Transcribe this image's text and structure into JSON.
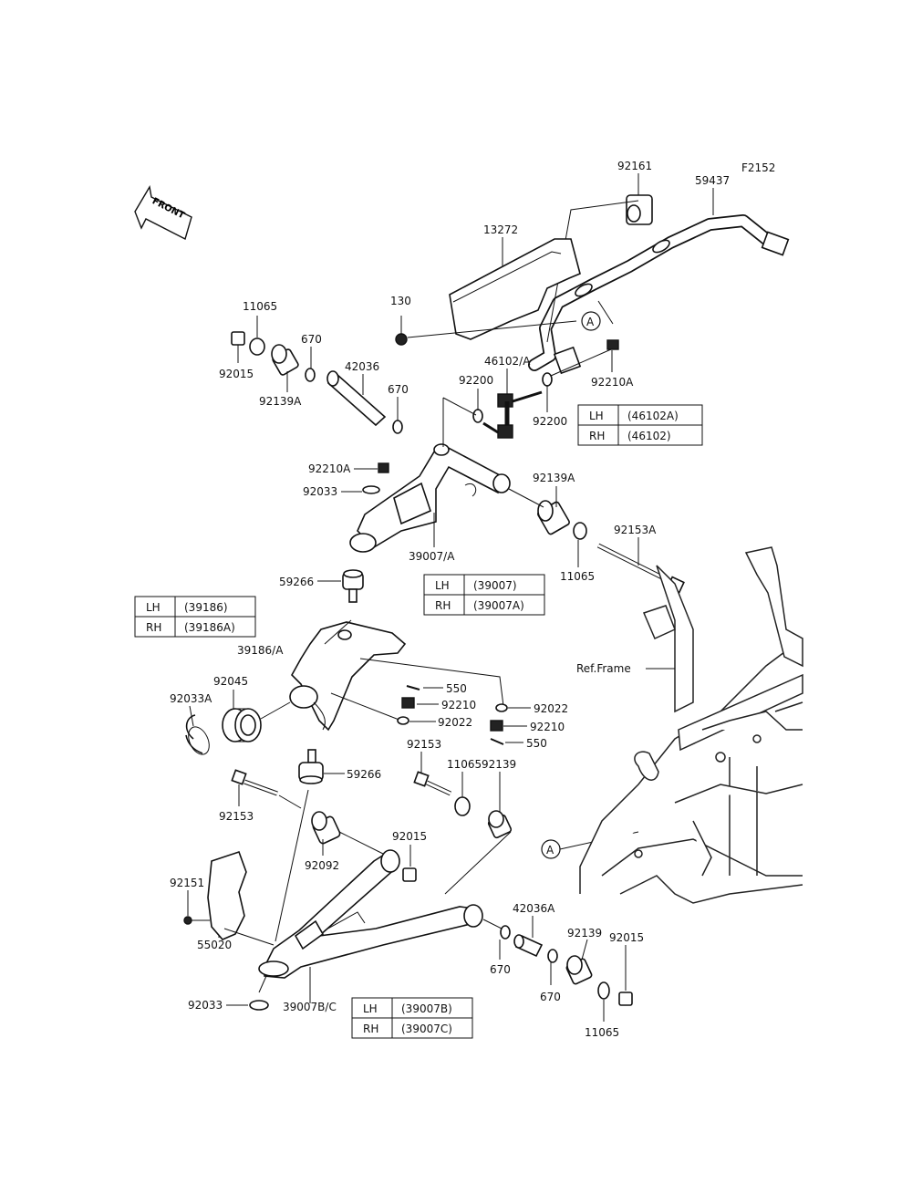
{
  "figure_code": "F2152",
  "front_arrow": {
    "label": "FRONT"
  },
  "frame_ref": "Ref.Frame",
  "callout_marker": "A",
  "labels": {
    "p92161": "92161",
    "p59437": "59437",
    "p13272": "13272",
    "p130": "130",
    "p11065_a": "11065",
    "p670_a": "670",
    "p42036": "42036",
    "p92015_a": "92015",
    "p92139A_a": "92139A",
    "p670_b": "670",
    "p46102A": "46102/A",
    "p92200_a": "92200",
    "p92200_b": "92200",
    "p92210A_a": "92210A",
    "p92210A_b": "92210A",
    "p92033_a": "92033",
    "p92139A_b": "92139A",
    "p92153A": "92153A",
    "p39007A": "39007/A",
    "p59266_a": "59266",
    "p11065_b": "11065",
    "p39186A": "39186/A",
    "p550_a": "550",
    "p92210_a": "92210",
    "p92022_a": "92022",
    "p92022_b": "92022",
    "p92210_b": "92210",
    "p550_b": "550",
    "p92045": "92045",
    "p92033A": "92033A",
    "p92153_a": "92153",
    "p11065_c": "11065",
    "p92139_a": "92139",
    "p59266_b": "59266",
    "p92153_b": "92153",
    "p92015_b": "92015",
    "p92092": "92092",
    "p92151": "92151",
    "p42036A": "42036A",
    "p92139_b": "92139",
    "p92015_c": "92015",
    "p55020": "55020",
    "p670_c": "670",
    "p670_d": "670",
    "p92033_b": "92033",
    "p39007BC": "39007B/C",
    "p11065_d": "11065"
  },
  "tables": {
    "t46102": {
      "rows": [
        {
          "side": "LH",
          "part": "(46102A)"
        },
        {
          "side": "RH",
          "part": "(46102)"
        }
      ]
    },
    "t39007": {
      "rows": [
        {
          "side": "LH",
          "part": "(39007)"
        },
        {
          "side": "RH",
          "part": "(39007A)"
        }
      ]
    },
    "t39186": {
      "rows": [
        {
          "side": "LH",
          "part": "(39186)"
        },
        {
          "side": "RH",
          "part": "(39186A)"
        }
      ]
    },
    "t39007B": {
      "rows": [
        {
          "side": "LH",
          "part": "(39007B)"
        },
        {
          "side": "RH",
          "part": "(39007C)"
        }
      ]
    }
  }
}
